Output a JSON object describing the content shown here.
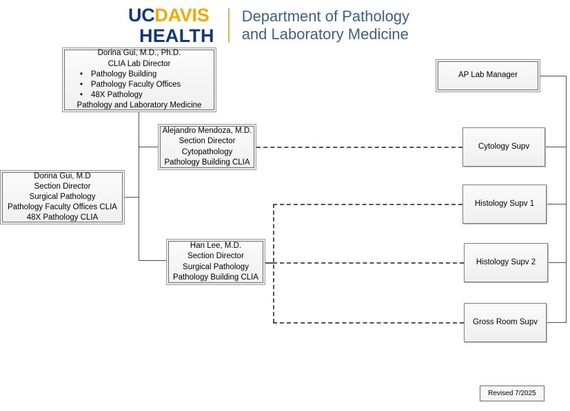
{
  "header": {
    "logo": {
      "uc": "UC",
      "davis": "DAVIS",
      "health": "HEALTH"
    },
    "department_line1": "Department of Pathology",
    "department_line2": "and Laboratory Medicine",
    "colors": {
      "blue": "#11397a",
      "gold": "#f2a900",
      "dept_text": "#3d6186"
    }
  },
  "nodes": {
    "clia_lab_director": {
      "name": "Dorina Gui, M.D., Ph.D.",
      "title": "CLIA Lab Director",
      "bullets": [
        "Pathology Building",
        "Pathology Faculty Offices",
        "48X Pathology"
      ],
      "footer": "Pathology and Laboratory Medicine"
    },
    "surgical_pathology_director": {
      "line1": "Dorina Gui, M.D",
      "line2": "Section Director",
      "line3": "Surgical Pathology",
      "line4": "Pathology Faculty Offices CLIA",
      "line5": "48X Pathology CLIA"
    },
    "cytopathology_director": {
      "line1": "Alejandro Mendoza, M.D.",
      "line2": "Section Director",
      "line3": "Cytopathology",
      "line4": "Pathology Building CLIA"
    },
    "surgical_pathology_building_director": {
      "line1": "Han Lee, M.D.",
      "line2": "Section Director",
      "line3": "Surgical Pathology",
      "line4": "Pathology Building CLIA"
    },
    "ap_lab_manager": {
      "label": "AP Lab Manager"
    },
    "cytology_supv": {
      "label": "Cytology Supv"
    },
    "histology_supv_1": {
      "label": "Histology Supv 1"
    },
    "histology_supv_2": {
      "label": "Histology Supv 2"
    },
    "gross_room_supv": {
      "label": "Gross Room Supv"
    }
  },
  "footer": {
    "revised": "Revised 7/2025"
  }
}
